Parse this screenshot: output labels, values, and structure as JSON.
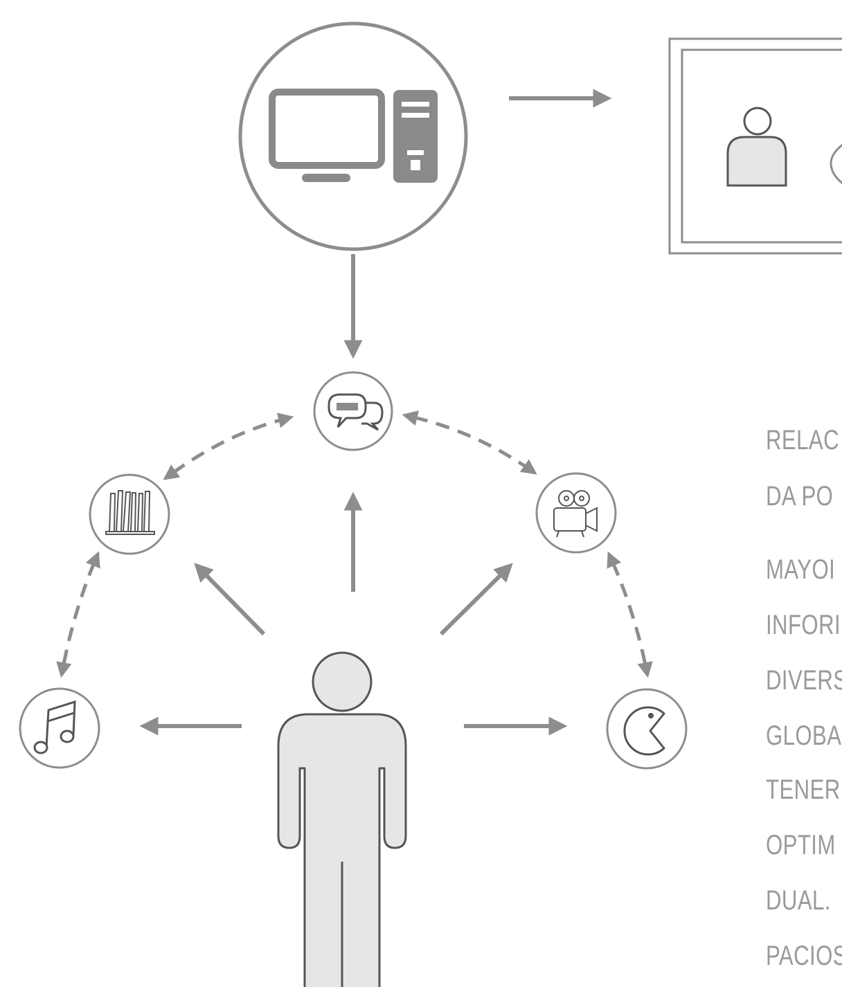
{
  "colors": {
    "stroke": "#8d8d8d",
    "stroke_dark": "#555555",
    "fill_light": "#e6e6e6",
    "icon_gray": "#8a8a8a",
    "text": "#9a9a9a"
  },
  "nodes": [
    {
      "name": "computer-node",
      "icon": "desktop-computer-icon"
    },
    {
      "name": "user-profile-panel",
      "icon": "user-silhouette-icon"
    },
    {
      "name": "chat-node",
      "icon": "speech-bubbles-icon"
    },
    {
      "name": "library-node",
      "icon": "books-icon"
    },
    {
      "name": "video-node",
      "icon": "film-camera-icon"
    },
    {
      "name": "music-node",
      "icon": "music-note-icon"
    },
    {
      "name": "games-node",
      "icon": "pacman-icon"
    },
    {
      "name": "person-figure",
      "icon": "person-icon"
    }
  ],
  "side_text": [
    "RELAC",
    "DA PO",
    "MAYOI",
    "INFORI",
    "DIVERS",
    "GLOBA",
    "TENER",
    "OPTIM",
    "DUAL.",
    "PACIOS"
  ]
}
